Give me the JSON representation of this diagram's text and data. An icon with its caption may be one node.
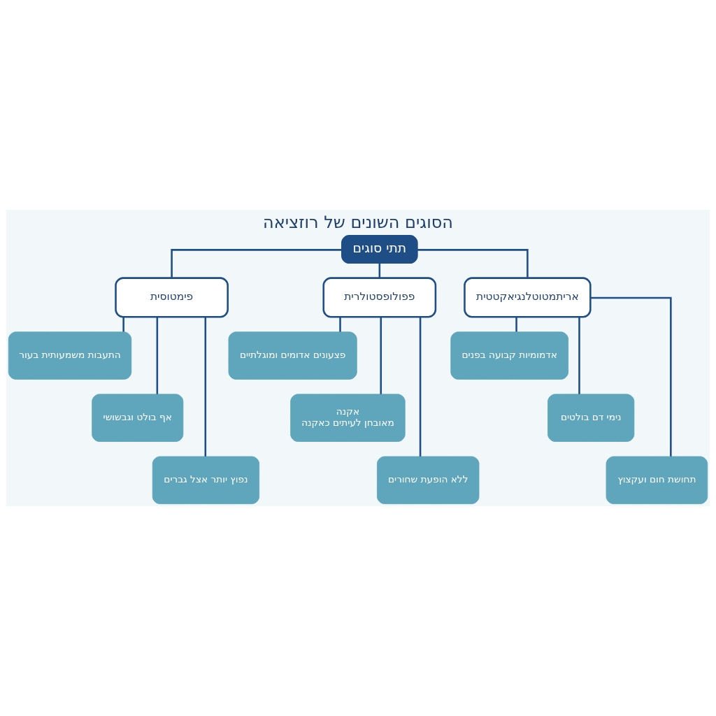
{
  "diagram": {
    "title": "הסוגים השונים של רוזציאה",
    "nodes": [
      {
        "text": [
          "תתי סוגים"
        ]
      },
      {
        "text": [
          "פימטוסית"
        ]
      },
      {
        "text": [
          "פפולופסטולרית"
        ]
      },
      {
        "text": [
          "אריתמטוטלנגיאקטטית"
        ]
      },
      {
        "text": [
          "התעבות משמעותית בעור"
        ]
      },
      {
        "text": [
          "אף בולט וגבשושי"
        ]
      },
      {
        "text": [
          "נפוץ יותר אצל גברים"
        ]
      },
      {
        "text": [
          "פצעונים אדומים ומוגלתיים"
        ]
      },
      {
        "text": [
          "אקנה",
          "מאובחן לעיתים כאקנה"
        ]
      },
      {
        "text": [
          "ללא הופעת שחורים"
        ]
      },
      {
        "text": [
          "אדמומיות קבועה בפנים"
        ]
      },
      {
        "text": [
          "נימי דם בולטים"
        ]
      },
      {
        "text": [
          "תחושת חום ועקצוץ"
        ]
      }
    ],
    "edges": [
      {
        "from": 0,
        "to": 1,
        "arrow": "none"
      },
      {
        "from": 0,
        "to": 2,
        "arrow": "none"
      },
      {
        "from": 0,
        "to": 3,
        "arrow": "none"
      },
      {
        "from": 1,
        "to": 4,
        "arrow": "none"
      },
      {
        "from": 1,
        "to": 5,
        "arrow": "none"
      },
      {
        "from": 1,
        "to": 6,
        "arrow": "none"
      },
      {
        "from": 2,
        "to": 7,
        "arrow": "none"
      },
      {
        "from": 2,
        "to": 8,
        "arrow": "none"
      },
      {
        "from": 2,
        "to": 9,
        "arrow": "none"
      },
      {
        "from": 3,
        "to": 10,
        "arrow": "none"
      },
      {
        "from": 3,
        "to": 11,
        "arrow": "none"
      },
      {
        "from": 3,
        "to": 12,
        "arrow": "none"
      }
    ]
  }
}
